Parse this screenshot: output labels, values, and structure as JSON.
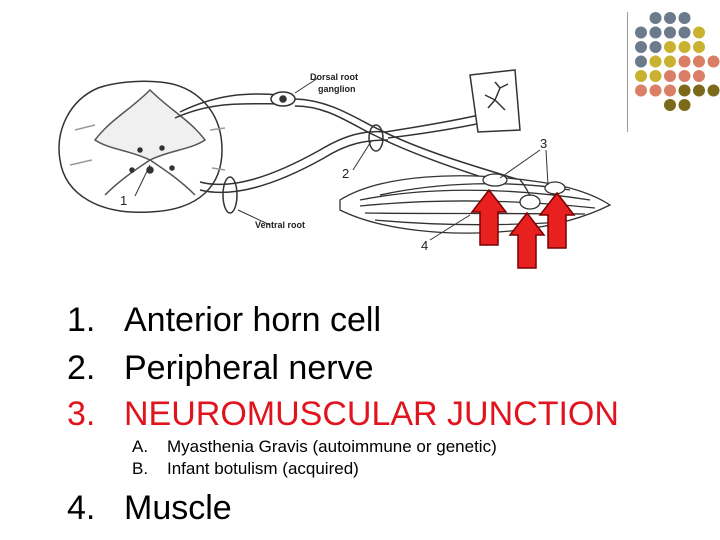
{
  "diagram": {
    "labels": {
      "dorsal_root_ganglion_line1": "Dorsal root",
      "dorsal_root_ganglion_line2": "ganglion",
      "ventral_root": "Ventral root",
      "n1": "1",
      "n2": "2",
      "n3": "3",
      "n4": "4"
    }
  },
  "colors": {
    "arrow_fill": "#e82020",
    "arrow_stroke": "#7a0000",
    "accent_red": "#e0141e",
    "dot_gray": "#6b7b8c",
    "dot_yellow": "#c9b230",
    "dot_salmon": "#d97f66",
    "dot_olive": "#7a6a1a"
  },
  "list": {
    "items": [
      {
        "num": "1.",
        "text": "Anterior horn cell",
        "color": "#000000"
      },
      {
        "num": "2.",
        "text": "Peripheral nerve",
        "color": "#000000"
      },
      {
        "num": "3.",
        "text": "NEUROMUSCULAR JUNCTION",
        "color": "#e0141e"
      },
      {
        "num": "4.",
        "text": "Muscle",
        "color": "#000000"
      }
    ],
    "subitems": [
      {
        "num": "A.",
        "text": "Myasthenia Gravis (autoimmune or genetic)"
      },
      {
        "num": "B.",
        "text": "Infant botulism (acquired)"
      }
    ]
  }
}
